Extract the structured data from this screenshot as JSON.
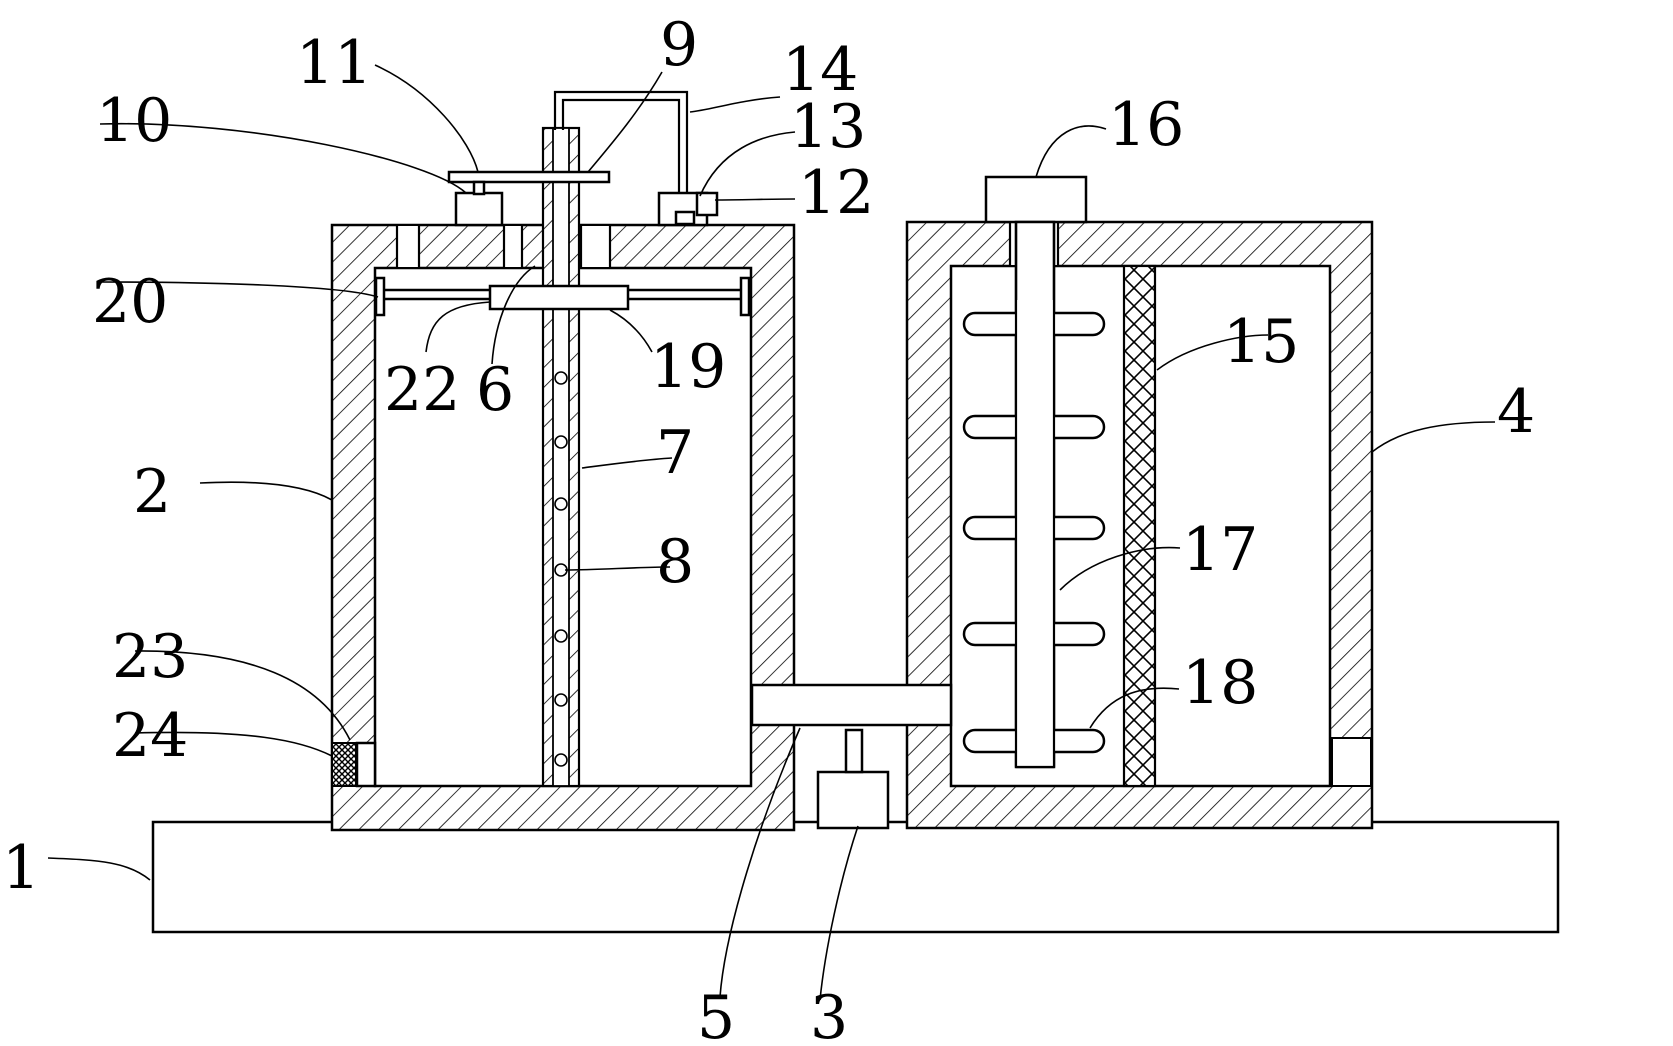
{
  "labels": {
    "l1": "1",
    "l2": "2",
    "l3": "3",
    "l4": "4",
    "l5": "5",
    "l6": "6",
    "l7": "7",
    "l8": "8",
    "l9": "9",
    "l10": "10",
    "l11": "11",
    "l12": "12",
    "l13": "13",
    "l14": "14",
    "l15": "15",
    "l16": "16",
    "l17": "17",
    "l18": "18",
    "l19": "19",
    "l20": "20",
    "l22": "22",
    "l23": "23",
    "l24": "24"
  }
}
